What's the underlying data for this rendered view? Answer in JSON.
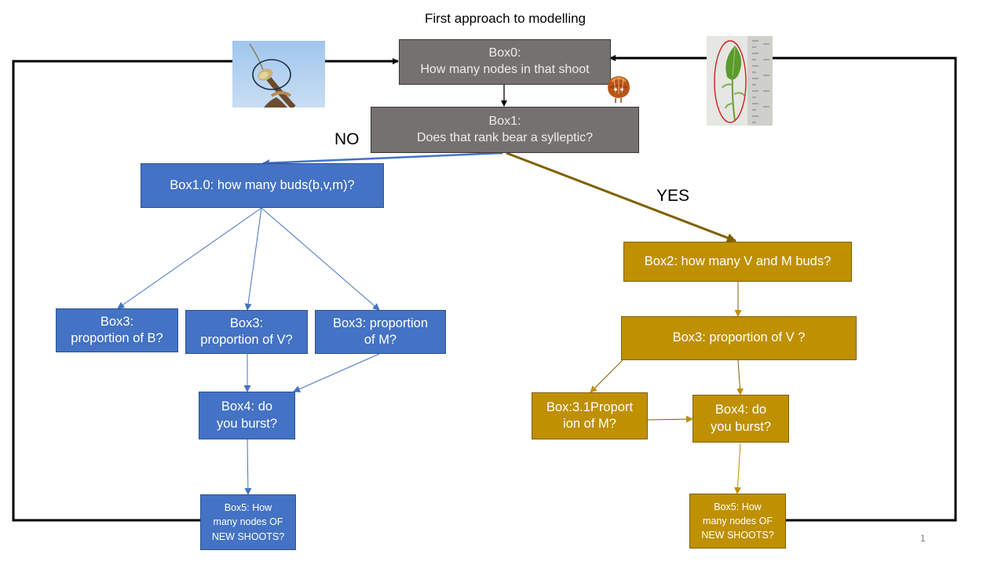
{
  "title": "First approach to modelling",
  "page_number": "1",
  "branch_labels": {
    "no": "NO",
    "yes": "YES"
  },
  "boxes": {
    "box0": {
      "line1": "Box0:",
      "line2": "How many nodes in that shoot"
    },
    "box1": {
      "line1": "Box1:",
      "line2": "Does that rank bear a sylleptic?"
    },
    "box1_0": {
      "text": "Box1.0: how many buds(b,v,m)?"
    },
    "box3_b": {
      "line1": "Box3:",
      "line2": "proportion of B?"
    },
    "box3_v": {
      "line1": "Box3:",
      "line2": "proportion of V?"
    },
    "box3_m": {
      "line1": "Box3: proportion",
      "line2": "of M?"
    },
    "box4_left": {
      "line1": "Box4: do",
      "line2": "you burst?"
    },
    "box5_left": {
      "line1": "Box5: How",
      "line2": "many nodes OF",
      "line3": "NEW SHOOTS?"
    },
    "box2": {
      "text": "Box2: how many V and M buds?"
    },
    "box3_right": {
      "text": "Box3: proportion of V ?"
    },
    "box3_1": {
      "line1": "Box:3.1Proport",
      "line2": "ion of M?"
    },
    "box4_right": {
      "line1": "Box4: do",
      "line2": "you burst?"
    },
    "box5_right": {
      "line1": "Box5: How",
      "line2": "many nodes OF",
      "line3": "NEW SHOOTS?"
    }
  },
  "colors": {
    "gray_box": "#767171",
    "blue_box": "#4472c4",
    "gold_box": "#bf9000",
    "blue_arrow": "#4472c4",
    "yes_arrow": "#7f6000",
    "gold_arrow": "#bf9000"
  },
  "images": {
    "bud_photo": "bud-on-twig-photo",
    "leaf_photo": "leaf-with-ruler-photo",
    "hazelnut_icon": "hazelnut-icon"
  }
}
